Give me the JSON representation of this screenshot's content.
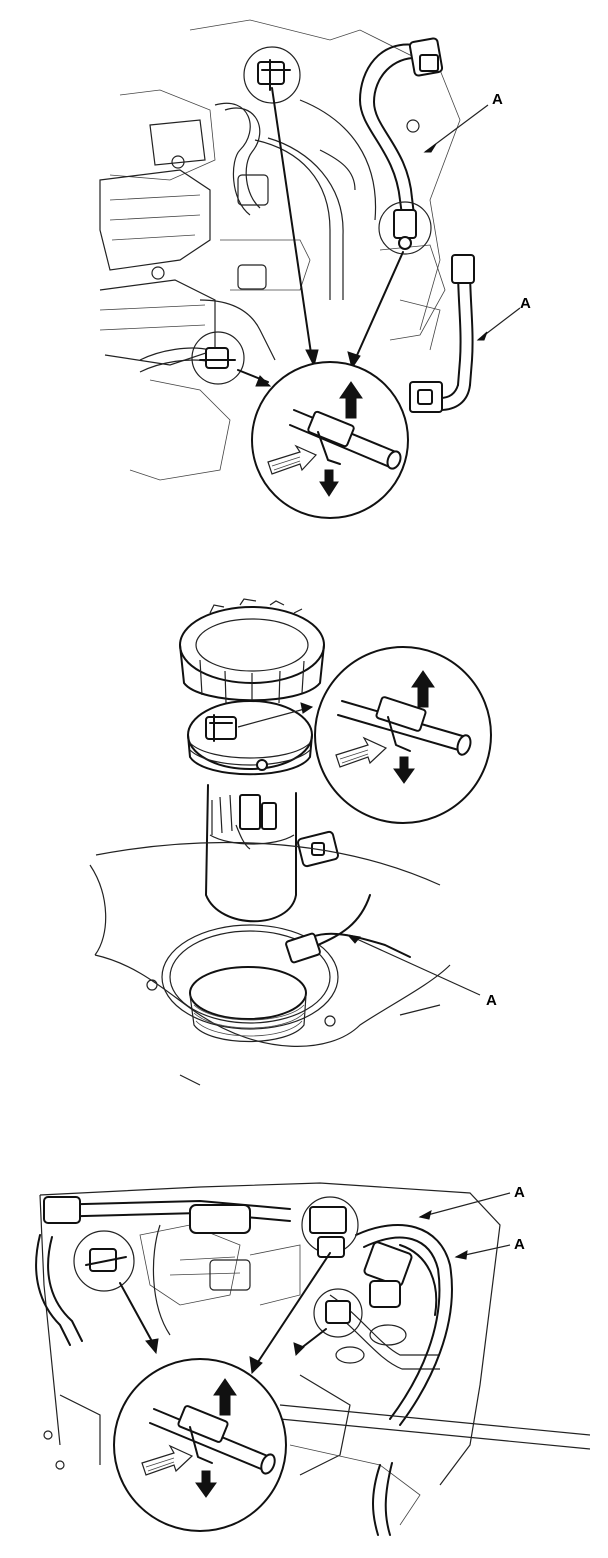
{
  "figure": {
    "callouts": {
      "panel1_upper": "A",
      "panel1_lower": "A",
      "panel2": "A",
      "panel3_upper": "A",
      "panel3_lower": "A"
    },
    "icons": [
      "quick-connect-fitting-detail",
      "release-arrow-up",
      "push-arrow",
      "release-arrow-down"
    ]
  }
}
